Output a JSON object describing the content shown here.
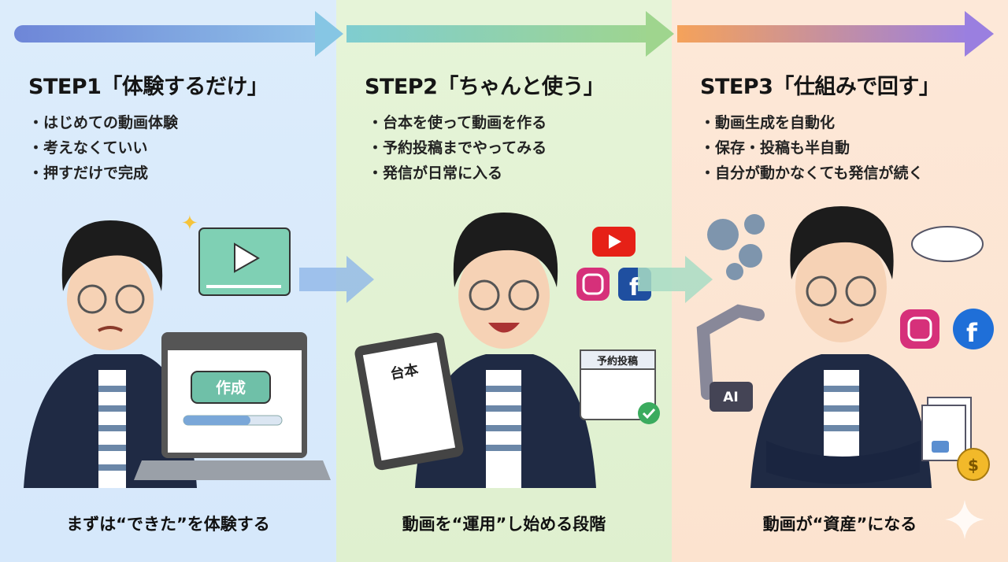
{
  "steps": [
    {
      "title": "STEP1「体験するだけ」",
      "bullets": [
        "はじめての動画体験",
        "考えなくていい",
        "押すだけで完成"
      ],
      "caption": "まずは“できた”を体験する",
      "labels": {
        "button": "作成"
      }
    },
    {
      "title": "STEP2「ちゃんと使う」",
      "bullets": [
        "台本を使って動画を作る",
        "予約投稿までやってみる",
        "発信が日常に入る"
      ],
      "caption": "動画を“運用”し始める段階",
      "labels": {
        "tablet": "台本",
        "calendar": "予約投稿"
      }
    },
    {
      "title": "STEP3「仕組みで回す」",
      "bullets": [
        "動画生成を自動化",
        "保存・投稿も半自動",
        "自分が動かなくても発信が続く"
      ],
      "caption": "動画が“資産”になる",
      "labels": {
        "robot": "AI",
        "coin": "$"
      }
    }
  ],
  "colors": {
    "step1": "#dcecfb",
    "step2": "#e6f4d8",
    "step3": "#fde8d8"
  }
}
